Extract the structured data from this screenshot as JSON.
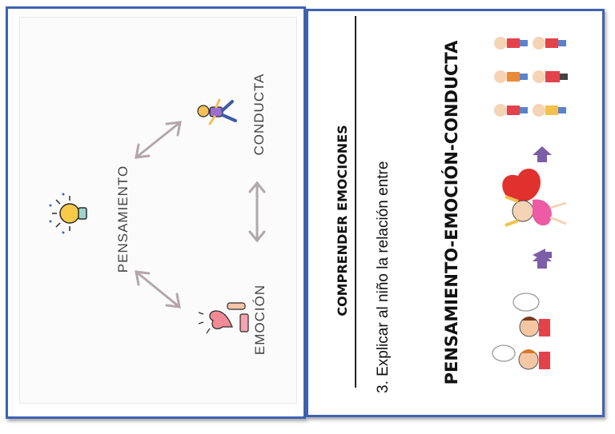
{
  "left_panel": {
    "labels": {
      "pensamiento": "PENSAMIENTO",
      "conducta": "CONDUCTA",
      "emocion": "EMOCIÓN"
    },
    "icons": [
      "lightbulb-icon",
      "running-child-icon",
      "heart-hand-icon"
    ]
  },
  "right_panel": {
    "heading": "COMPRENDER EMOCIONES",
    "item": "3. Explicar al niño la relación entre",
    "highlight": "PENSAMIENTO-EMOCIÓN-CONDUCTA",
    "colors": {
      "arrow": "#7b5ea7",
      "heart": "#e0312f",
      "border": "#3f63b2"
    }
  }
}
